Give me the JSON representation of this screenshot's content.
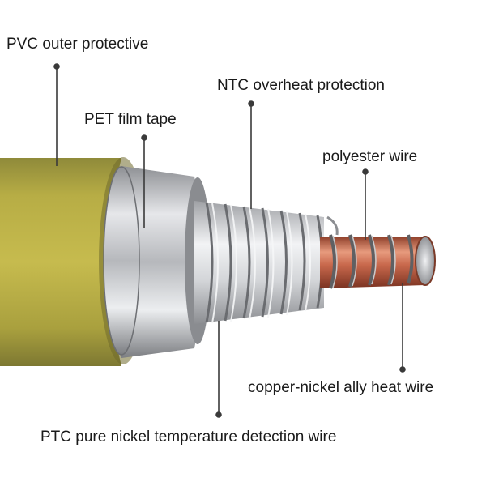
{
  "labels": {
    "pvc": "PVC outer protective",
    "ntc": "NTC overheat protection",
    "pet": "PET film tape",
    "polyester": "polyester wire",
    "copper": "copper-nickel ally heat wire",
    "ptc": "PTC pure nickel temperature detection wire"
  },
  "colors": {
    "pvc_jacket": "#b3a73e",
    "pet_tape": "#b8b9bc",
    "ntc_spring": "#c9cbcf",
    "copper_core": "#c8684c",
    "polyester": "#6e6f72",
    "leader": "#3a3a3a"
  }
}
